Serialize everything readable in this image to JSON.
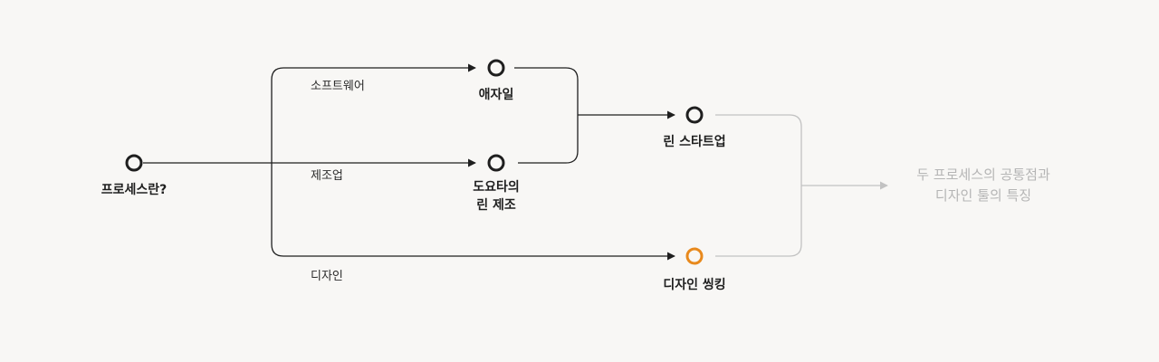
{
  "nodes": {
    "start": "프로세스란?",
    "agile": "애자일",
    "toyota_line1": "도요타의",
    "toyota_line2": "린 제조",
    "lean_startup": "린 스타트업",
    "design_thinking": "디자인 씽킹"
  },
  "edges": {
    "software": "소프트웨어",
    "manufacturing": "제조업",
    "design": "디자인"
  },
  "target": {
    "line1": "두 프로세스의 공통점과",
    "line2": "디자인 툴의 특징"
  },
  "colors": {
    "node_stroke": "#1f1f1f",
    "highlight_node": "#e8891c",
    "edge_dark": "#1f1f1f",
    "edge_faded": "#c2c2c2",
    "target_text": "#b5b5b5",
    "background": "#f8f7f5"
  }
}
